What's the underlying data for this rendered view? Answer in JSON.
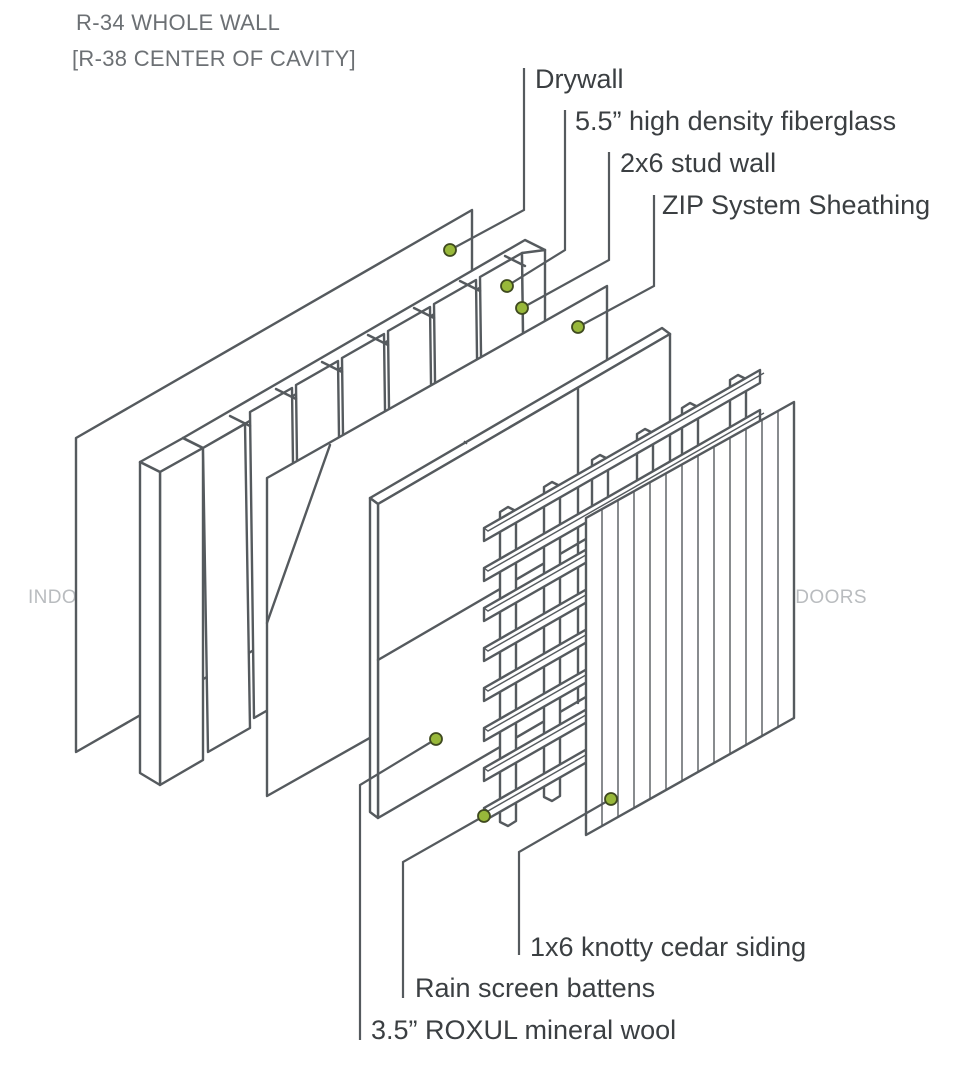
{
  "header": {
    "line1": "R-34 WHOLE WALL",
    "line2": "[R-38 CENTER OF CAVITY]"
  },
  "sides": {
    "indoors": "INDOORS",
    "outdoors": "OUTDOORS"
  },
  "layers": [
    {
      "id": "drywall",
      "label": "Drywall"
    },
    {
      "id": "fiberglass",
      "label": "5.5” high density fiberglass"
    },
    {
      "id": "stud",
      "label": "2x6 stud wall"
    },
    {
      "id": "zip",
      "label": "ZIP System Sheathing"
    },
    {
      "id": "siding",
      "label": "1x6 knotty cedar siding"
    },
    {
      "id": "battens",
      "label": "Rain screen battens"
    },
    {
      "id": "roxul",
      "label": "3.5” ROXUL mineral wool"
    }
  ],
  "colors": {
    "line": "#555a5e",
    "marker": "#98b83a",
    "side_text": "#b9bcbf"
  }
}
